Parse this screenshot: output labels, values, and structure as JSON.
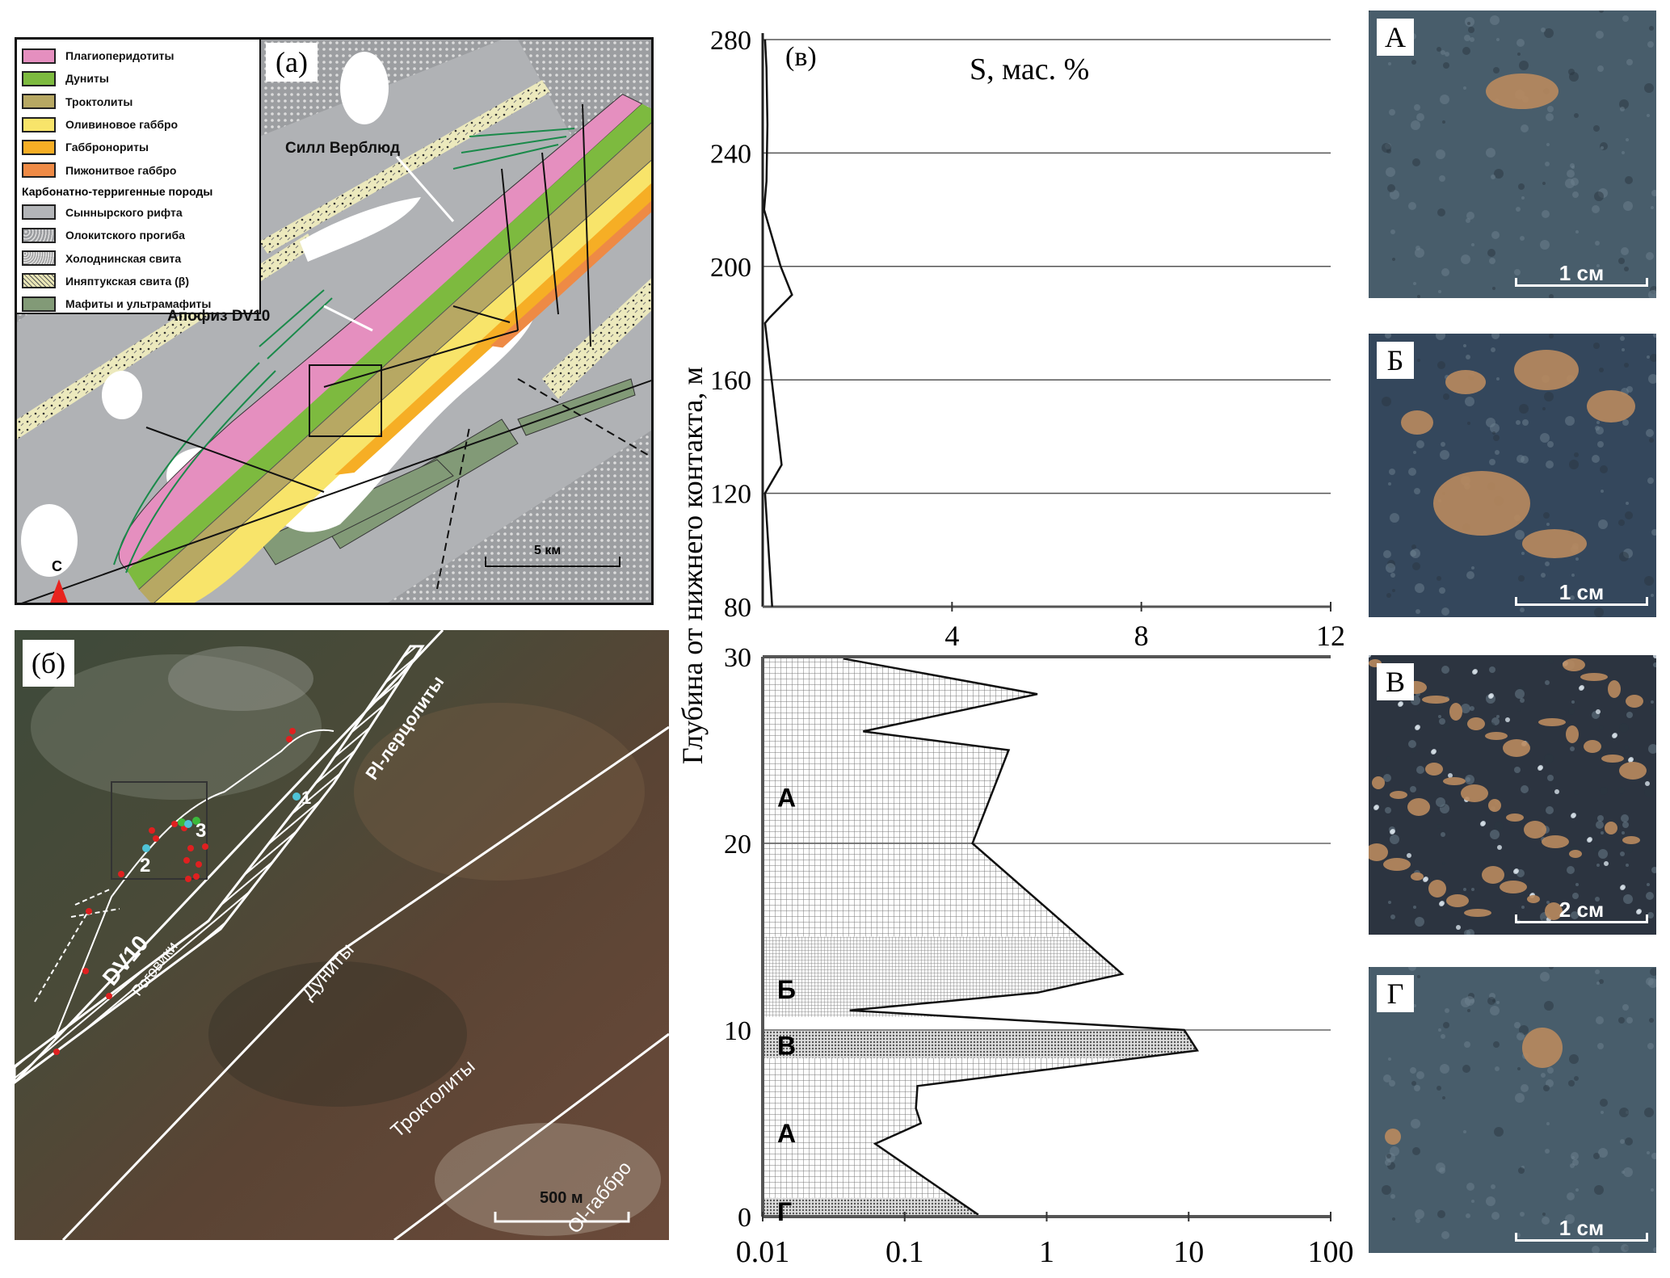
{
  "panel_a": {
    "tag": "(а)",
    "legend": [
      {
        "label": "Плагиоперидотиты",
        "color": "#e58fbf"
      },
      {
        "label": "Дуниты",
        "color": "#7dba3f"
      },
      {
        "label": "Троктолиты",
        "color": "#b7a863"
      },
      {
        "label": "Оливиновое габбро",
        "color": "#f8e46a"
      },
      {
        "label": "Габбронориты",
        "color": "#f6ae25"
      },
      {
        "label": "Пижонитвое габбро",
        "color": "#ee8a45"
      }
    ],
    "legend_header": "Карбонатно-терригенные породы",
    "legend2": [
      {
        "label": "Сыннырского рифта",
        "color": "#b3b5b8"
      },
      {
        "label": "Олокитского прогиба",
        "color": "#9a9c9f"
      },
      {
        "label": "Холоднинская свита",
        "color": "#d6d7d8"
      },
      {
        "label": "Иняптукская свита (β)",
        "color": "#e9e6b6"
      },
      {
        "label": "Мафиты и ультрамафиты",
        "color": "#829a77"
      }
    ],
    "sill_label": "Силл Верблюд",
    "apophysis_label": "Апофиз DV10",
    "north_label": "С",
    "scale_label": "5 км"
  },
  "panel_b": {
    "tag": "(б)",
    "labels": {
      "pl_lherz": "Pl-лерцолиты",
      "dv10": "DV10",
      "hornfels": "Роговики",
      "dunites": "Дуниты",
      "troctolites": "Троктолиты",
      "ol_gabbro": "Ol-габбро"
    },
    "points": [
      "1",
      "2",
      "3"
    ],
    "scale_label": "500 м"
  },
  "chart_data": [
    {
      "type": "line",
      "tag": "(в)",
      "title": "S, мас. %",
      "xlabel": "S, мас. %",
      "ylabel": "Глубина от нижнего контакта, м",
      "xlim": [
        0,
        12
      ],
      "ylim": [
        80,
        280
      ],
      "xticks": [
        "4",
        "8",
        "12"
      ],
      "xtick_values": [
        4,
        8,
        12
      ],
      "yticks": [
        "80",
        "120",
        "160",
        "200",
        "240",
        "280"
      ],
      "ytick_values": [
        80,
        120,
        160,
        200,
        240,
        280
      ],
      "grid": true,
      "series": [
        {
          "name": "S",
          "points": [
            [
              0.05,
              280
            ],
            [
              0.08,
              270
            ],
            [
              0.1,
              250
            ],
            [
              0.08,
              230
            ],
            [
              0.03,
              220
            ],
            [
              0.38,
              200
            ],
            [
              0.62,
              190
            ],
            [
              0.15,
              182
            ],
            [
              0.05,
              180
            ],
            [
              0.4,
              130
            ],
            [
              0.05,
              120
            ],
            [
              0.2,
              80
            ]
          ]
        }
      ]
    },
    {
      "type": "area",
      "xscale": "log",
      "xlim": [
        0.01,
        100
      ],
      "ylim": [
        0,
        30
      ],
      "xticks": [
        "0.01",
        "0.1",
        "1",
        "10",
        "100"
      ],
      "xtick_values": [
        0.01,
        0.1,
        1,
        10,
        100
      ],
      "yticks": [
        "0",
        "10",
        "20",
        "30"
      ],
      "ytick_values": [
        0,
        10,
        20,
        30
      ],
      "series": [
        {
          "name": "S",
          "points": [
            [
              0.037,
              29.9
            ],
            [
              0.86,
              28.0
            ],
            [
              0.051,
              26.0
            ],
            [
              0.54,
              25.0
            ],
            [
              0.3,
              20.0
            ],
            [
              3.4,
              13.0
            ],
            [
              0.86,
              12.0
            ],
            [
              0.041,
              11.05
            ],
            [
              9.3,
              10.0
            ],
            [
              11.5,
              8.9
            ],
            [
              0.123,
              7.0
            ],
            [
              0.12,
              5.8
            ],
            [
              0.13,
              5.0
            ],
            [
              0.062,
              3.9
            ],
            [
              0.33,
              0.1
            ]
          ]
        }
      ],
      "zones": [
        {
          "label": "А",
          "from": 15,
          "to": 30,
          "label_at": 22.5,
          "pattern": "grid"
        },
        {
          "label": "Б",
          "from": 10.7,
          "to": 15,
          "label_at": 12.2,
          "pattern": "dense"
        },
        {
          "label": "В",
          "from": 8.5,
          "to": 10,
          "label_at": 9.2,
          "pattern": "dots"
        },
        {
          "label": "А",
          "from": 1,
          "to": 8.5,
          "label_at": 4.5,
          "pattern": "grid"
        },
        {
          "label": "Г",
          "from": 0,
          "to": 1,
          "label_at": 0.3,
          "pattern": "dots"
        }
      ]
    }
  ],
  "photos": [
    {
      "tag": "А",
      "scale": "1 см"
    },
    {
      "tag": "Б",
      "scale": "1 см"
    },
    {
      "tag": "В",
      "scale": "2 см"
    },
    {
      "tag": "Г",
      "scale": "1 см"
    }
  ]
}
